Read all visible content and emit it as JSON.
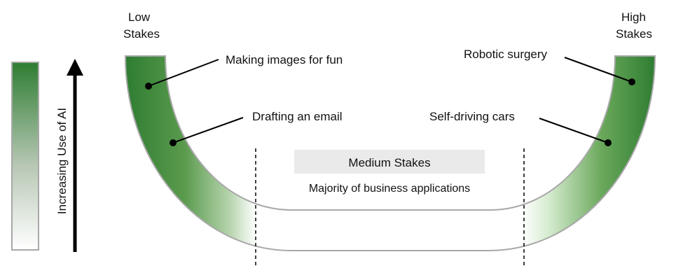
{
  "labels": {
    "low_line1": "Low",
    "low_line2": "Stakes",
    "high_line1": "High",
    "high_line2": "Stakes",
    "medium": "Medium Stakes",
    "majority": "Majority of business applications",
    "axis": "Increasing Use of AI"
  },
  "callouts": {
    "images": "Making images for fun",
    "email": "Drafting an email",
    "surgery": "Robotic surgery",
    "cars": "Self-driving cars"
  },
  "colors": {
    "accent_green": "#2e7d32",
    "light_green": "#e8f5e3",
    "outline": "#a8a8a8",
    "medium_box": "#eaeaea"
  },
  "icons": {
    "arrow": "up-arrow-icon",
    "legend": "gradient-legend-bar"
  }
}
